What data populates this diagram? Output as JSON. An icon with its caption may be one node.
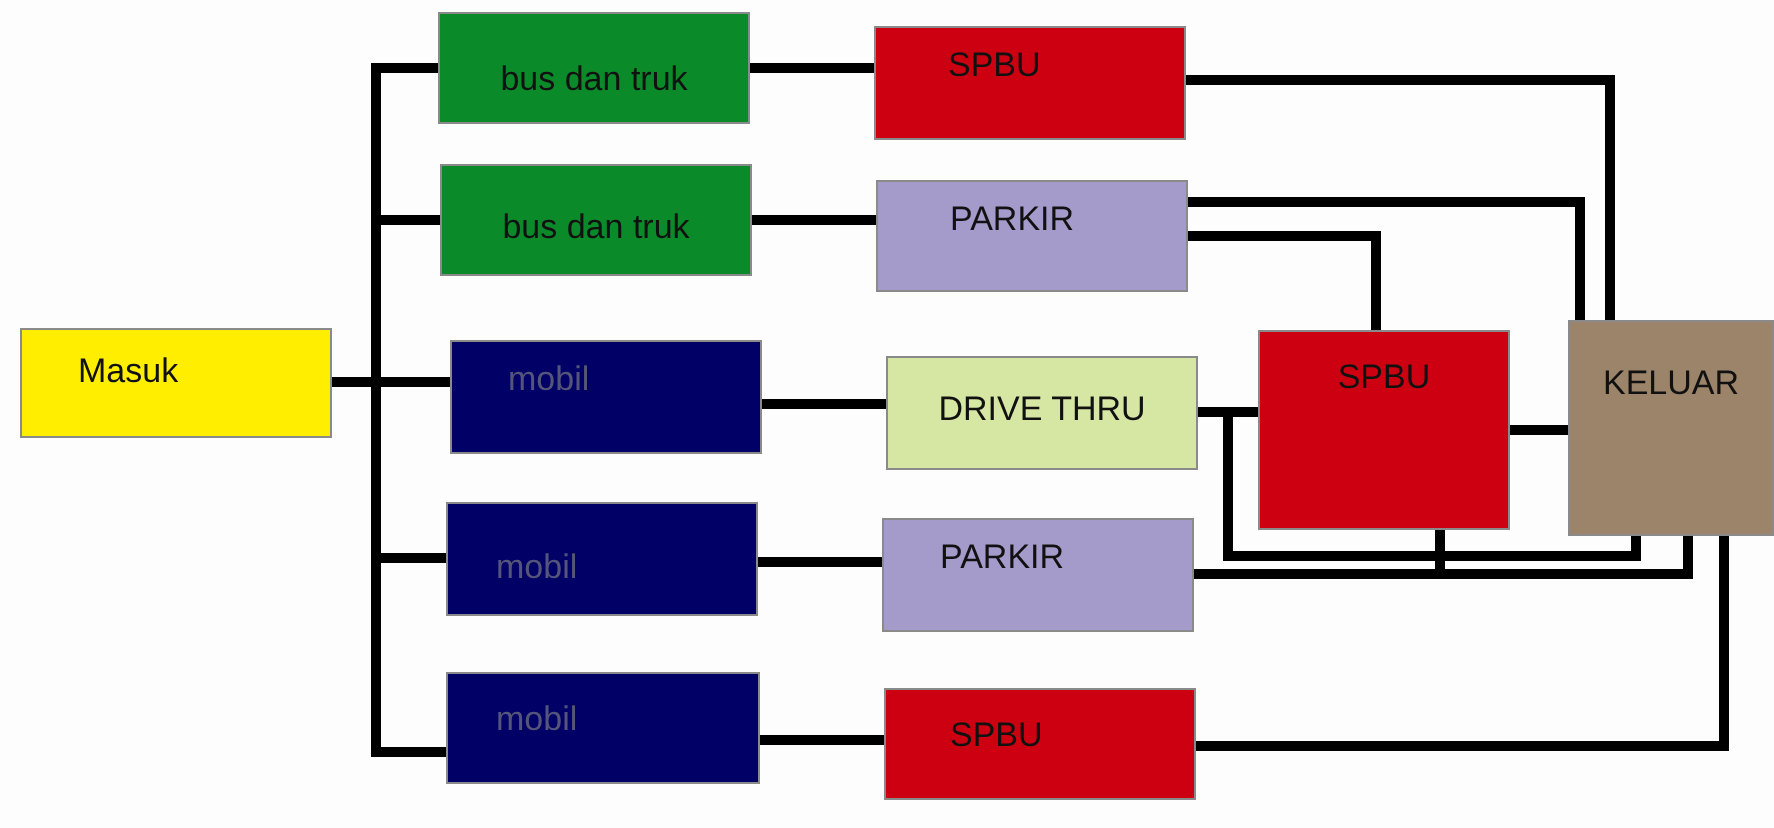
{
  "diagram": {
    "nodes": [
      {
        "text": [
          "Masuk"
        ]
      },
      {
        "text": [
          "bus dan truk"
        ]
      },
      {
        "text": [
          "bus dan truk"
        ]
      },
      {
        "text": [
          "mobil"
        ]
      },
      {
        "text": [
          "mobil"
        ]
      },
      {
        "text": [
          "mobil"
        ]
      },
      {
        "text": [
          "SPBU"
        ]
      },
      {
        "text": [
          "PARKIR"
        ]
      },
      {
        "text": [
          "DRIVE THRU"
        ]
      },
      {
        "text": [
          "PARKIR"
        ]
      },
      {
        "text": [
          "SPBU"
        ]
      },
      {
        "text": [
          "SPBU"
        ]
      },
      {
        "text": [
          "KELUAR"
        ]
      }
    ],
    "edges": [
      {
        "from": 0,
        "to": 1,
        "arrow": "none"
      },
      {
        "from": 0,
        "to": 2,
        "arrow": "none"
      },
      {
        "from": 0,
        "to": 3,
        "arrow": "none"
      },
      {
        "from": 0,
        "to": 4,
        "arrow": "none"
      },
      {
        "from": 0,
        "to": 5,
        "arrow": "none"
      },
      {
        "from": 1,
        "to": 6,
        "arrow": "none"
      },
      {
        "from": 2,
        "to": 7,
        "arrow": "none"
      },
      {
        "from": 3,
        "to": 8,
        "arrow": "none"
      },
      {
        "from": 4,
        "to": 9,
        "arrow": "none"
      },
      {
        "from": 5,
        "to": 10,
        "arrow": "none"
      },
      {
        "from": 6,
        "to": 12,
        "arrow": "none"
      },
      {
        "from": 7,
        "to": 12,
        "arrow": "none"
      },
      {
        "from": 7,
        "to": 11,
        "arrow": "none"
      },
      {
        "from": 8,
        "to": 11,
        "arrow": "none"
      },
      {
        "from": 8,
        "to": 12,
        "arrow": "none"
      },
      {
        "from": 11,
        "to": 12,
        "arrow": "none"
      },
      {
        "from": 9,
        "to": 11,
        "arrow": "none"
      },
      {
        "from": 9,
        "to": 12,
        "arrow": "none"
      },
      {
        "from": 10,
        "to": 12,
        "arrow": "none"
      }
    ]
  }
}
